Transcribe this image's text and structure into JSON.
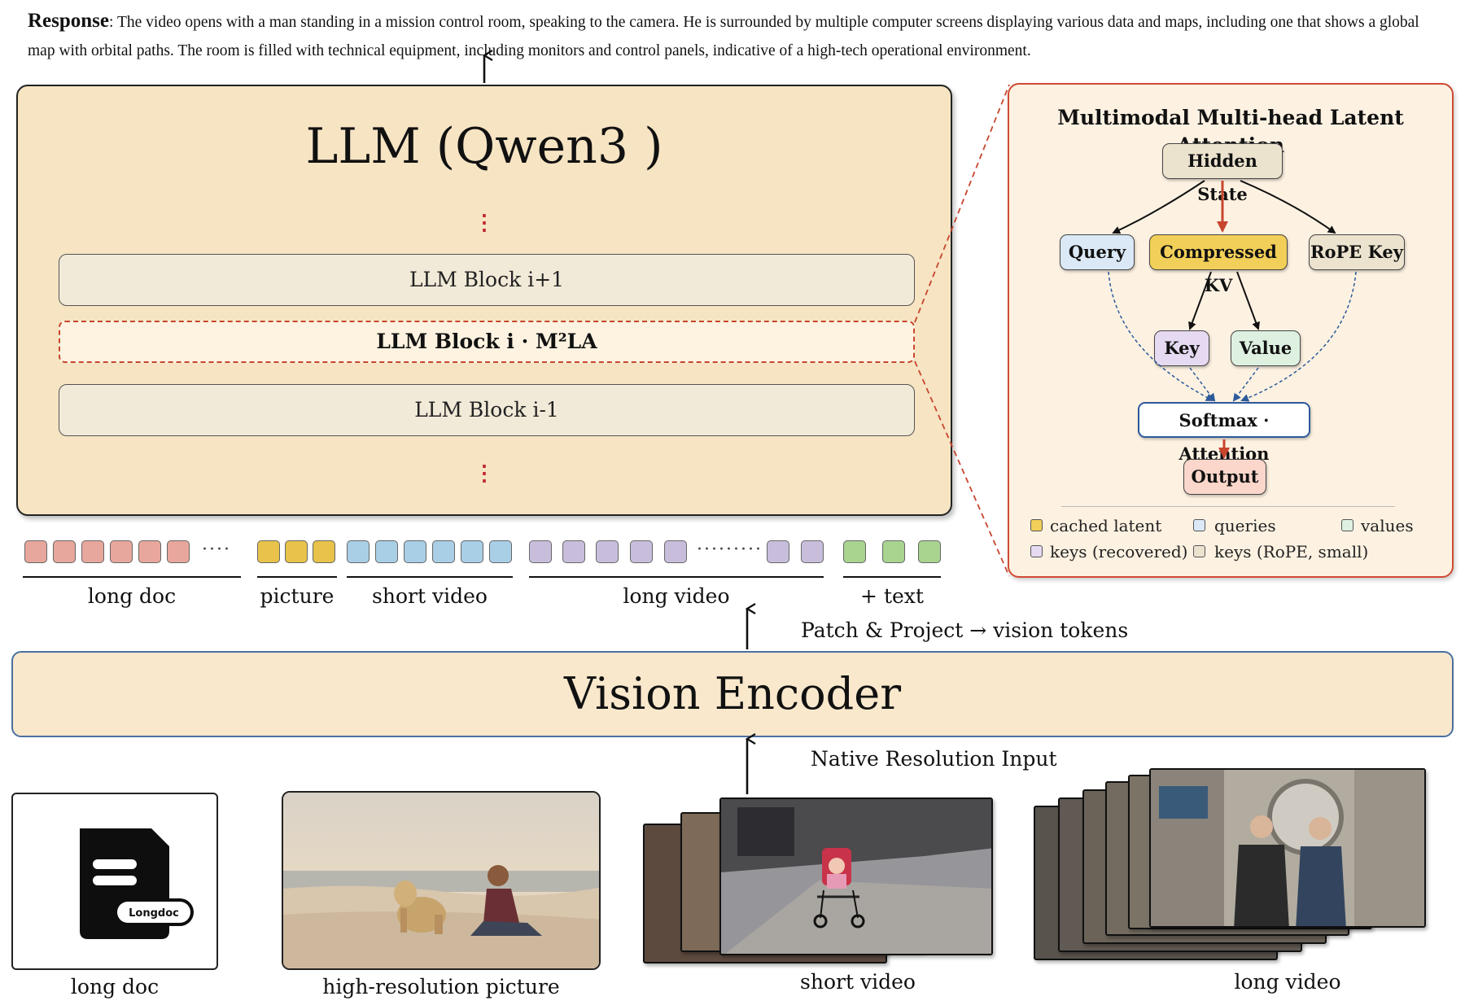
{
  "response": {
    "label": "Response",
    "text": "The video opens with a man standing in a mission control room, speaking to the camera. He is surrounded by multiple computer screens displaying various data and maps, including one that shows a global map with orbital paths. The room is filled with technical equipment, including monitors and control panels, indicative of a high-tech operational environment."
  },
  "llm": {
    "title": "LLM (Qwen3 )",
    "vdots": "⋮",
    "block_above": "LLM Block i+1",
    "block_active": "LLM Block i · M²LA",
    "block_below": "LLM Block i-1"
  },
  "tokens": {
    "dots_short": "····",
    "dots_long": "·········",
    "groups": {
      "long_doc": "long doc",
      "picture": "picture",
      "short_video": "short video",
      "long_video": "long video",
      "text": "+ text"
    }
  },
  "patch_caption": "Patch & Project → vision tokens",
  "vision_encoder": "Vision Encoder",
  "native_caption": "Native Resolution Input",
  "mla": {
    "title": "Multimodal Multi-head Latent Attention",
    "nodes": {
      "hidden": "Hidden State",
      "query": "Query",
      "ckv": "Compressed KV",
      "rope": "RoPE Key",
      "key": "Key",
      "value": "Value",
      "softmax": "Softmax · Attention",
      "output": "Output"
    },
    "legend": {
      "cached": "cached latent",
      "queries": "queries",
      "values": "values",
      "keys_rec": "keys (recovered)",
      "keys_rope": "keys (RoPE, small)"
    }
  },
  "inputs": {
    "long_doc": "long doc",
    "picture": "high-resolution picture",
    "short_video": "short video",
    "long_video": "long video",
    "logo_text": "Longdoc"
  },
  "colors": {
    "llm_bg": "#f6e4c3",
    "accent_red": "#c8452e",
    "encoder_border": "#4a6fa0",
    "token_red": "#e8a79c",
    "token_yellow": "#e8c24a",
    "token_blue": "#a9cfe6",
    "token_purple": "#c8bedc",
    "token_green": "#a8d48f",
    "node_hidden": "#ece3cf",
    "node_query": "#dbe9f7",
    "node_ckv": "#f2cf58",
    "node_rope": "#ece3cf",
    "node_key": "#e6daf2",
    "node_value": "#def1e1",
    "node_softmax": "#ffffff",
    "node_output": "#fbd7cb"
  }
}
